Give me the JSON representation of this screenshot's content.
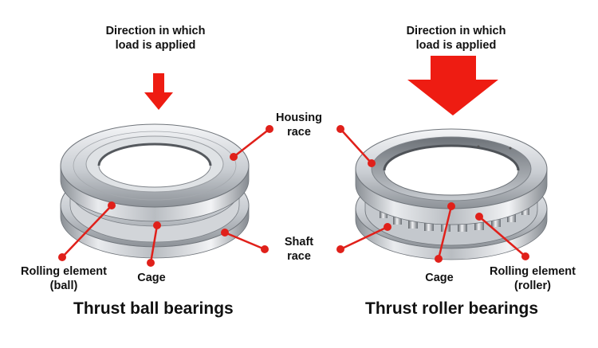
{
  "left": {
    "direction_lines": [
      "Direction in which",
      "load is applied"
    ],
    "rolling_element_lines": [
      "Rolling element",
      "(ball)"
    ],
    "cage": "Cage",
    "title": "Thrust ball bearings"
  },
  "right": {
    "direction_lines": [
      "Direction in which",
      "load is applied"
    ],
    "rolling_element_lines": [
      "Rolling element",
      "(roller)"
    ],
    "cage": "Cage",
    "title": "Thrust roller bearings"
  },
  "center": {
    "housing_race_lines": [
      "Housing",
      "race"
    ],
    "shaft_race_lines": [
      "Shaft",
      "race"
    ]
  },
  "colors": {
    "arrow": "#ee1c12",
    "leader": "#e0201a",
    "steel_light": "#eef0f2",
    "steel_dark": "#7d8288"
  },
  "icons": {
    "small_arrow": "down-arrow-icon",
    "large_arrow": "down-arrow-icon"
  }
}
